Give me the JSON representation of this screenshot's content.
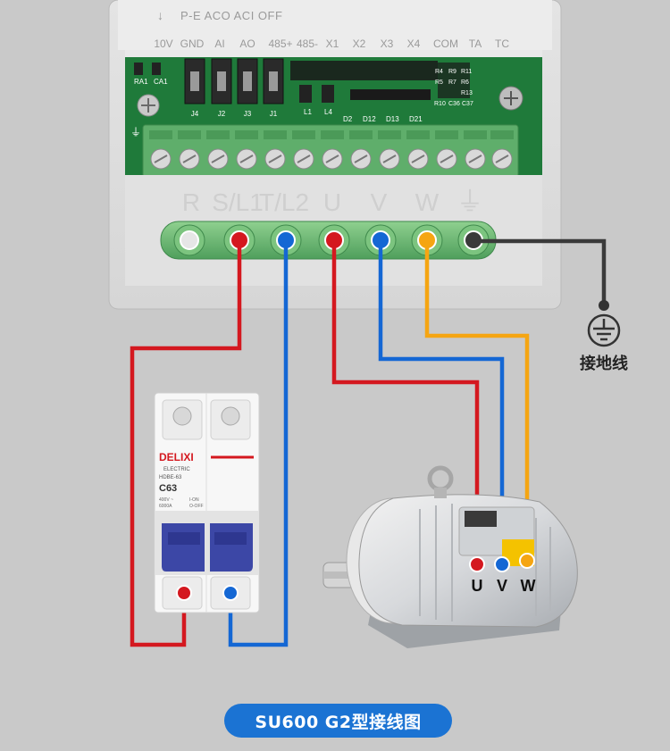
{
  "inverter": {
    "top_label_row1": "P-E  ACO  ACI  OFF",
    "control_terminals": [
      "10V",
      "GND",
      "AI",
      "AO",
      "485+",
      "485-",
      "X1",
      "X2",
      "X3",
      "X4",
      "COM",
      "TA",
      "TC"
    ],
    "jumper_labels": [
      "J4",
      "J2",
      "J3",
      "J1"
    ],
    "board_codes": [
      "RA1",
      "CA1",
      "L1",
      "L4",
      "D2",
      "D12",
      "D13",
      "D21",
      "R4",
      "R9",
      "R10",
      "R5",
      "R7",
      "R11",
      "R6",
      "R13",
      "C36",
      "C37"
    ],
    "power_terminals": [
      "R",
      "S/L1",
      "T/L2",
      "U",
      "V",
      "W"
    ]
  },
  "breaker": {
    "brand": "DELIXI",
    "sub_brand": "ELECTRIC",
    "model": "HDBE-63",
    "rating": "C63",
    "spec_line1": "400V ~",
    "spec_line2": "6000A",
    "on_label": "I-ON",
    "off_label": "O-OFF"
  },
  "motor": {
    "terminals": [
      "U",
      "V",
      "W"
    ]
  },
  "ground": {
    "label": "接地线"
  },
  "caption": "SU600  G2型接线图",
  "colors": {
    "background": "#c9c9c9",
    "wire_red": "#d4181f",
    "wire_blue": "#1467d4",
    "wire_yellow": "#f5a512",
    "wire_ground": "#3a3a3a",
    "terminal_green": "#67b773",
    "pcb_green": "#1f7a3a",
    "caption_blue": "#1b73d3"
  }
}
